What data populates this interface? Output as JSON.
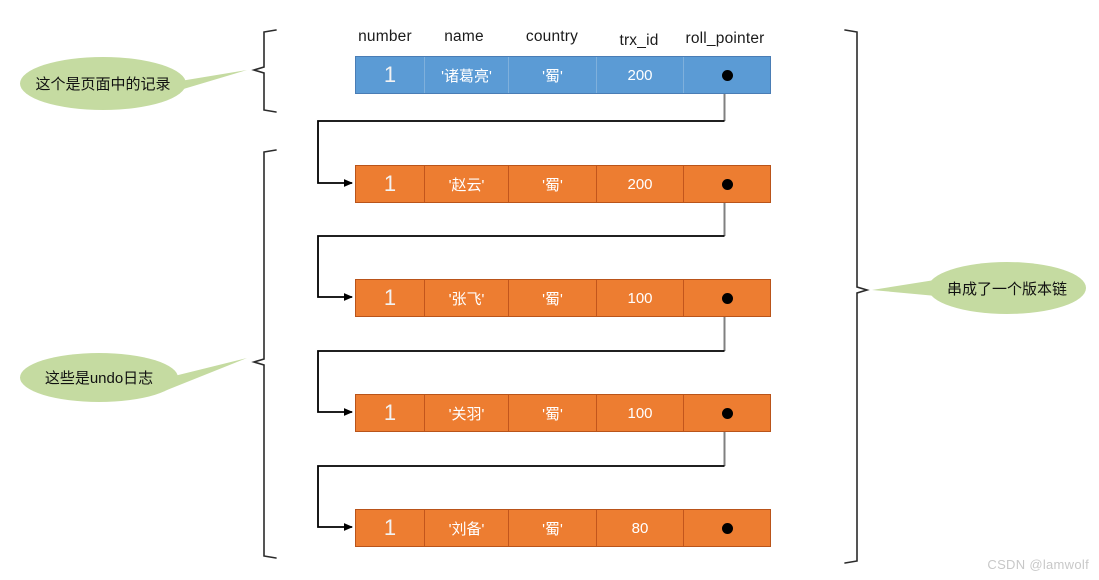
{
  "diagram": {
    "title": "MySQL undo log version chain",
    "watermark": "CSDN @lamwolf",
    "colors": {
      "record_blue": "#5b9bd5",
      "undo_orange": "#ed7d31",
      "callout_green": "#c5dba1",
      "wire": "#000000",
      "pointer_line": "#808080"
    },
    "columns": [
      {
        "label": "number"
      },
      {
        "label": "name"
      },
      {
        "label": "country"
      },
      {
        "label": "trx_id"
      },
      {
        "label": "roll_pointer"
      }
    ],
    "rows": [
      {
        "kind": "page-record",
        "number": "1",
        "name": "'诸葛亮'",
        "country": "'蜀'",
        "trx_id": "200",
        "roll_pointer": "pointer-dot",
        "has_outgoing_pointer": true
      },
      {
        "kind": "undo-log",
        "number": "1",
        "name": "'赵云'",
        "country": "'蜀'",
        "trx_id": "200",
        "roll_pointer": "pointer-dot",
        "has_outgoing_pointer": true
      },
      {
        "kind": "undo-log",
        "number": "1",
        "name": "'张飞'",
        "country": "'蜀'",
        "trx_id": "100",
        "roll_pointer": "pointer-dot",
        "has_outgoing_pointer": true
      },
      {
        "kind": "undo-log",
        "number": "1",
        "name": "'关羽'",
        "country": "'蜀'",
        "trx_id": "100",
        "roll_pointer": "pointer-dot",
        "has_outgoing_pointer": true
      },
      {
        "kind": "undo-log",
        "number": "1",
        "name": "'刘备'",
        "country": "'蜀'",
        "trx_id": "80",
        "roll_pointer": "pointer-dot",
        "has_outgoing_pointer": false
      }
    ],
    "callouts": [
      {
        "id": "page-record-note",
        "text": "这个是页面中的记录",
        "side": "left"
      },
      {
        "id": "undo-log-note",
        "text": "这些是undo日志",
        "side": "left"
      },
      {
        "id": "version-chain-note",
        "text": "串成了一个版本链",
        "side": "right"
      }
    ],
    "brackets": [
      {
        "id": "page-record-bracket",
        "side": "left"
      },
      {
        "id": "undo-logs-bracket",
        "side": "left"
      },
      {
        "id": "version-chain-bracket",
        "side": "right"
      }
    ]
  }
}
